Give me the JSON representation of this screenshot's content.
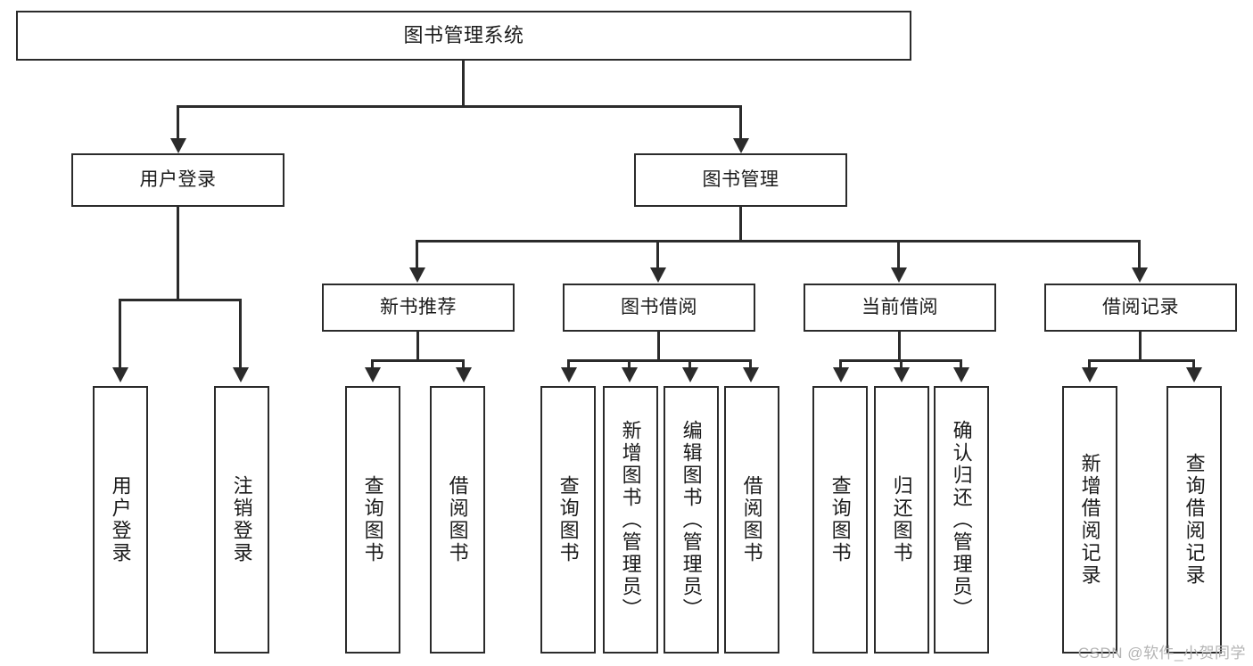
{
  "diagram": {
    "title": "图书管理系统",
    "type": "tree",
    "watermark": "CSDN @软件_小贺同学",
    "stroke_color": "#2b2b2b",
    "fill_color": "#ffffff",
    "background": "#ffffff"
  },
  "nodes": {
    "root": {
      "label": "图书管理系统",
      "level": 0
    },
    "level1": [
      {
        "id": "user-login",
        "label": "用户登录"
      },
      {
        "id": "book-management",
        "label": "图书管理"
      }
    ],
    "level2": [
      {
        "id": "new-book-recommend",
        "label": "新书推荐",
        "parent": "book-management"
      },
      {
        "id": "book-borrow",
        "label": "图书借阅",
        "parent": "book-management"
      },
      {
        "id": "current-borrow",
        "label": "当前借阅",
        "parent": "book-management"
      },
      {
        "id": "borrow-record",
        "label": "借阅记录",
        "parent": "book-management"
      }
    ],
    "leaves": [
      {
        "id": "leaf-user-login",
        "label": "用户登录",
        "parent": "user-login"
      },
      {
        "id": "leaf-logout",
        "label": "注销登录",
        "parent": "user-login"
      },
      {
        "id": "leaf-query-book-1",
        "label": "查询图书",
        "parent": "new-book-recommend"
      },
      {
        "id": "leaf-borrow-book-1",
        "label": "借阅图书",
        "parent": "new-book-recommend"
      },
      {
        "id": "leaf-query-book-2",
        "label": "查询图书",
        "parent": "book-borrow"
      },
      {
        "id": "leaf-add-book",
        "label": "新增图书（管理员）",
        "parent": "book-borrow"
      },
      {
        "id": "leaf-edit-book",
        "label": "编辑图书（管理员）",
        "parent": "book-borrow"
      },
      {
        "id": "leaf-borrow-book-2",
        "label": "借阅图书",
        "parent": "book-borrow"
      },
      {
        "id": "leaf-query-book-3",
        "label": "查询图书",
        "parent": "current-borrow"
      },
      {
        "id": "leaf-return-book",
        "label": "归还图书",
        "parent": "current-borrow"
      },
      {
        "id": "leaf-confirm-return",
        "label": "确认归还（管理员）",
        "parent": "current-borrow"
      },
      {
        "id": "leaf-add-record",
        "label": "新增借阅记录",
        "parent": "borrow-record"
      },
      {
        "id": "leaf-query-record",
        "label": "查询借阅记录",
        "parent": "borrow-record"
      }
    ]
  }
}
